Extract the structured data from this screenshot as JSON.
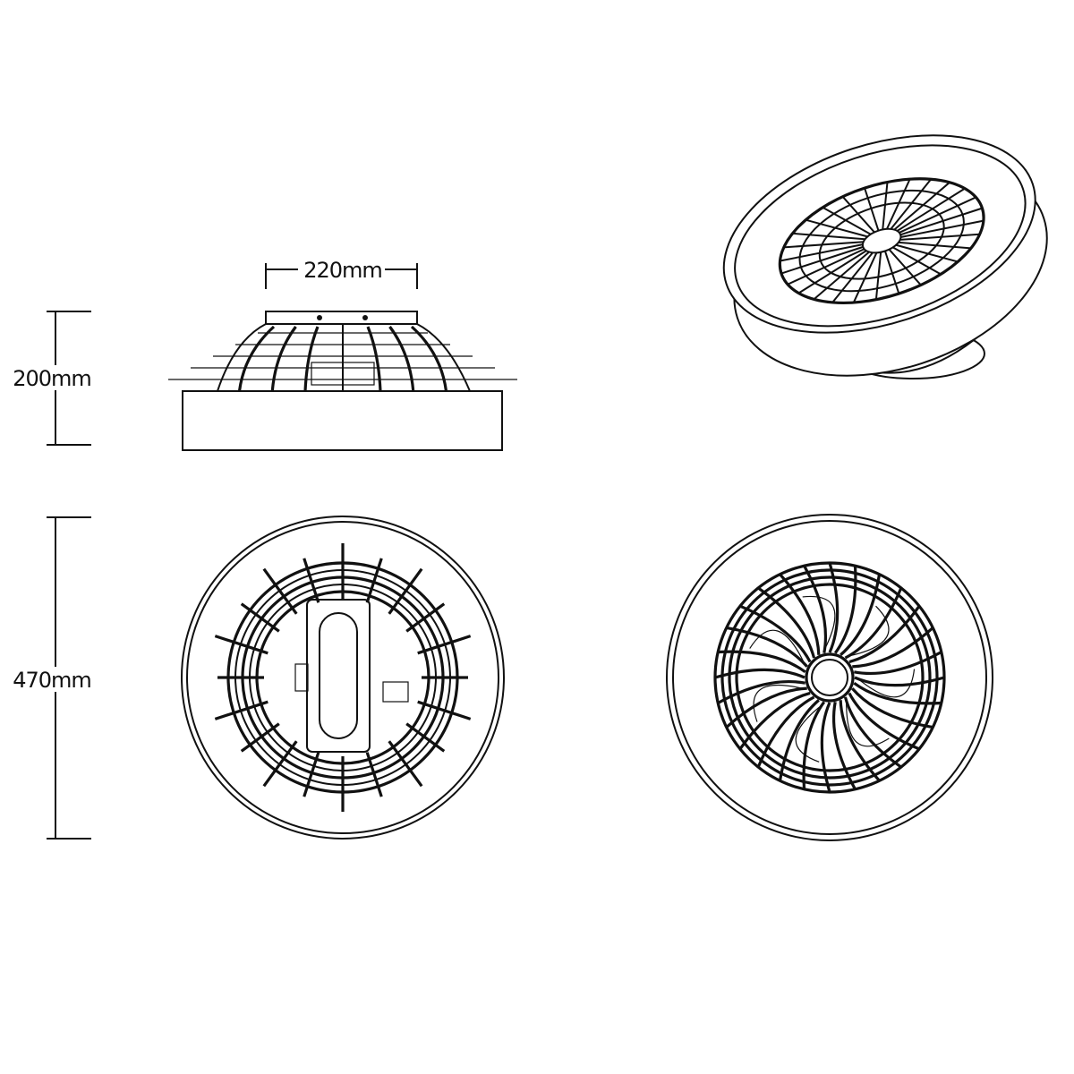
{
  "dimensions": {
    "width_top": "220mm",
    "height": "200mm",
    "diameter": "470mm"
  },
  "views": [
    "side-view",
    "bottom-view-motor",
    "bottom-view-blades",
    "perspective-view"
  ],
  "colors": {
    "line": "#111111",
    "background": "#ffffff"
  }
}
